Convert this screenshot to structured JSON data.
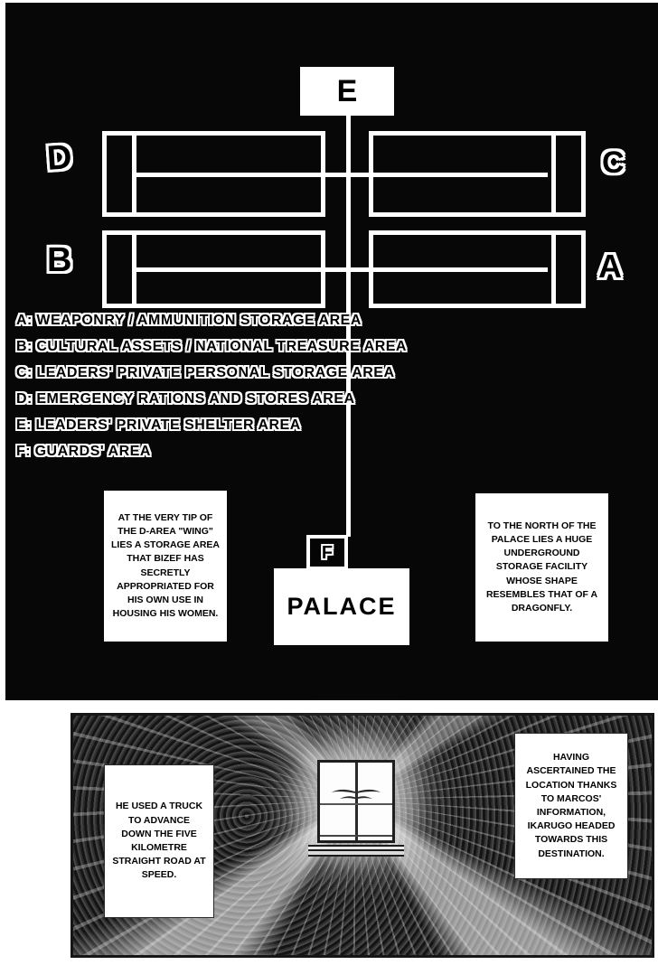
{
  "colors": {
    "panel_bg": "#070707",
    "ink": "#000000",
    "paper": "#ffffff",
    "line": "#ffffff"
  },
  "diagram": {
    "shelter_label": "E",
    "guards_label": "F",
    "palace_label": "PALACE",
    "wing_labels": {
      "top_left": "D",
      "top_right": "C",
      "bottom_left": "B",
      "bottom_right": "A"
    }
  },
  "legend": {
    "items": [
      {
        "key": "A:",
        "text": "WEAPONRY / AMMUNITION STORAGE AREA"
      },
      {
        "key": "B:",
        "text": "CULTURAL ASSETS / NATIONAL TREASURE AREA"
      },
      {
        "key": "C:",
        "text": "LEADERS' PRIVATE PERSONAL STORAGE AREA"
      },
      {
        "key": "D:",
        "text": "EMERGENCY RATIONS AND STORES AREA"
      },
      {
        "key": "E:",
        "text": "LEADERS' PRIVATE SHELTER AREA"
      },
      {
        "key": "F:",
        "text": "GUARDS' AREA"
      }
    ]
  },
  "captions": {
    "bizef": "AT THE VERY TIP OF THE D-AREA \"WING\" LIES A STORAGE AREA THAT BIZEF HAS SECRETLY APPROPRIATED FOR HIS OWN USE IN HOUSING HIS WOMEN.",
    "facility": "TO THE NORTH OF THE PALACE LIES A HUGE UNDERGROUND STORAGE FACILITY WHOSE SHAPE RESEMBLES THAT OF A DRAGONFLY.",
    "truck": "HE USED A TRUCK TO ADVANCE DOWN THE FIVE KILOMETRE STRAIGHT ROAD AT SPEED.",
    "ikarugo": "HAVING ASCERTAINED THE LOCATION THANKS TO MARCOS' INFORMATION, IKARUGO HEADED TOWARDS THIS DESTINATION."
  }
}
